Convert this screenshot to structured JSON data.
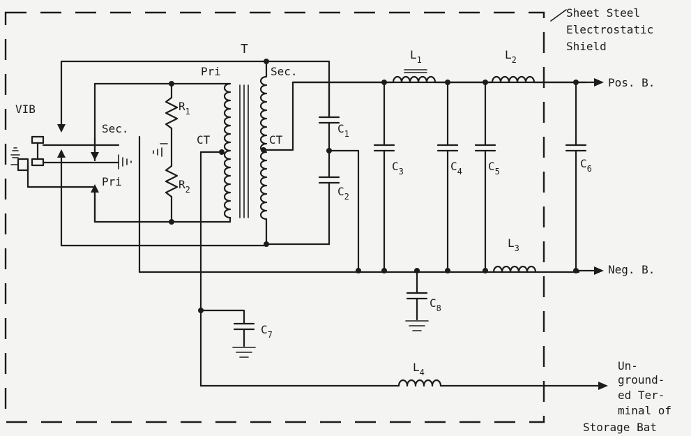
{
  "diagram": {
    "labels": {
      "transformer": "T",
      "primary_top": "Pri",
      "secondary_top": "Sec.",
      "vibrator": "VIB",
      "vib_secondary": "Sec.",
      "vib_primary": "Pri",
      "ct_primary": "CT",
      "ct_secondary": "CT",
      "pos_b": "Pos. B.",
      "neg_b": "Neg. B."
    },
    "components": {
      "R1": {
        "letter": "R",
        "sub": "1"
      },
      "R2": {
        "letter": "R",
        "sub": "2"
      },
      "C1": {
        "letter": "C",
        "sub": "1"
      },
      "C2": {
        "letter": "C",
        "sub": "2"
      },
      "C3": {
        "letter": "C",
        "sub": "3"
      },
      "C4": {
        "letter": "C",
        "sub": "4"
      },
      "C5": {
        "letter": "C",
        "sub": "5"
      },
      "C6": {
        "letter": "C",
        "sub": "6"
      },
      "C7": {
        "letter": "C",
        "sub": "7"
      },
      "C8": {
        "letter": "C",
        "sub": "8"
      },
      "L1": {
        "letter": "L",
        "sub": "1"
      },
      "L2": {
        "letter": "L",
        "sub": "2"
      },
      "L3": {
        "letter": "L",
        "sub": "3"
      },
      "L4": {
        "letter": "L",
        "sub": "4"
      }
    },
    "shield_note": [
      "Sheet Steel",
      "Electrostatic",
      "Shield"
    ],
    "ungrounded_note": [
      "Un-",
      "ground-",
      "ed Ter-",
      "minal of",
      "Storage Bat"
    ]
  }
}
